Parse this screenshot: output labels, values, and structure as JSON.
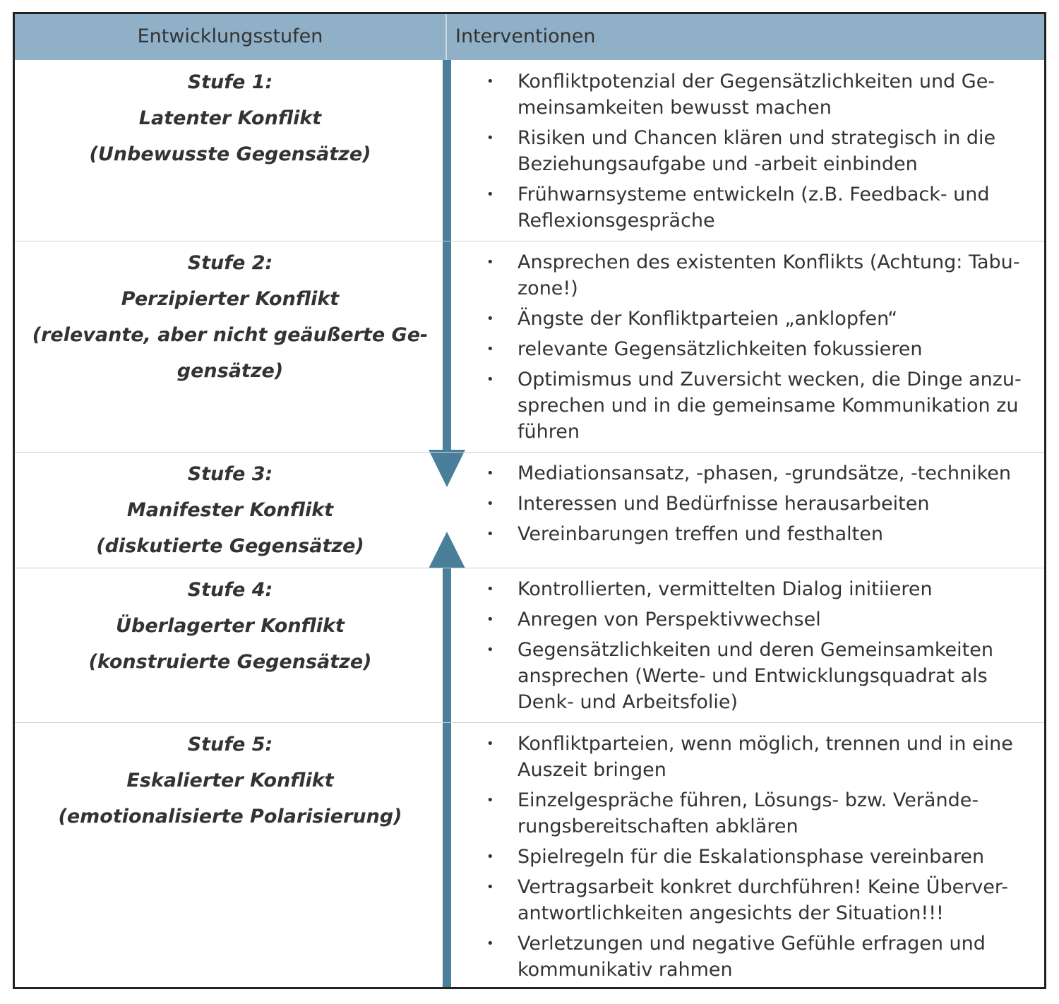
{
  "colors": {
    "header_bg": "#8fb0c6",
    "arrow": "#4a7f9c",
    "text": "#333333",
    "border": "#222222"
  },
  "header": {
    "col1": "Entwicklungsstufen",
    "col2": "Interventionen"
  },
  "rows": [
    {
      "stage": [
        "Stufe 1:",
        "Latenter Konflikt",
        "(Unbewusste Gegensätze)"
      ],
      "items": [
        [
          "Konfliktpotenzial der Gegensätzlichkeiten und Ge-",
          "meinsamkeiten bewusst machen"
        ],
        [
          "Risiken und Chancen klären und strategisch in die",
          "Beziehungsaufgabe und -arbeit einbinden"
        ],
        [
          "Frühwarnsysteme entwickeln (z.B. Feedback- und",
          "Reflexionsgespräche"
        ]
      ]
    },
    {
      "stage": [
        "Stufe 2:",
        "Perzipierter Konflikt",
        "(relevante, aber nicht geäußerte Ge-",
        "gensätze)"
      ],
      "items": [
        [
          "Ansprechen des existenten Konflikts (Achtung: Tabu-",
          "zone!)"
        ],
        [
          "Ängste der Konfliktparteien „anklopfen“"
        ],
        [
          "relevante Gegensätzlichkeiten fokussieren"
        ],
        [
          "Optimismus und Zuversicht wecken, die Dinge anzu-",
          "sprechen und in die gemeinsame Kommunikation zu",
          "führen"
        ]
      ]
    },
    {
      "stage": [
        "Stufe 3:",
        "Manifester Konflikt",
        "(diskutierte Gegensätze)"
      ],
      "items": [
        [
          "Mediationsansatz, -phasen, -grundsätze, -techniken"
        ],
        [
          "Interessen und Bedürfnisse herausarbeiten"
        ],
        [
          "Vereinbarungen treffen und festhalten"
        ]
      ]
    },
    {
      "stage": [
        "Stufe 4:",
        "Überlagerter Konflikt",
        "(konstruierte Gegensätze)"
      ],
      "items": [
        [
          "Kontrollierten, vermittelten Dialog initiieren"
        ],
        [
          "Anregen von Perspektivwechsel"
        ],
        [
          "Gegensätzlichkeiten und deren Gemeinsamkeiten",
          "ansprechen (Werte- und Entwicklungsquadrat als",
          "Denk- und Arbeitsfolie)"
        ]
      ]
    },
    {
      "stage": [
        "Stufe 5:",
        "Eskalierter Konflikt",
        "(emotionalisierte Polarisierung)"
      ],
      "items": [
        [
          "Konfliktparteien, wenn möglich, trennen und in eine",
          "Auszeit bringen"
        ],
        [
          "Einzelgespräche führen, Lösungs- bzw. Verände-",
          "rungsbereitschaften abklären"
        ],
        [
          "Spielregeln für die Eskalationsphase vereinbaren"
        ],
        [
          "Vertragsarbeit konkret durchführen! Keine Überver-",
          "antwortlichkeiten angesichts der Situation!!!"
        ],
        [
          "Verletzungen und negative Gefühle erfragen und",
          "kommunikativ rahmen"
        ]
      ]
    }
  ]
}
